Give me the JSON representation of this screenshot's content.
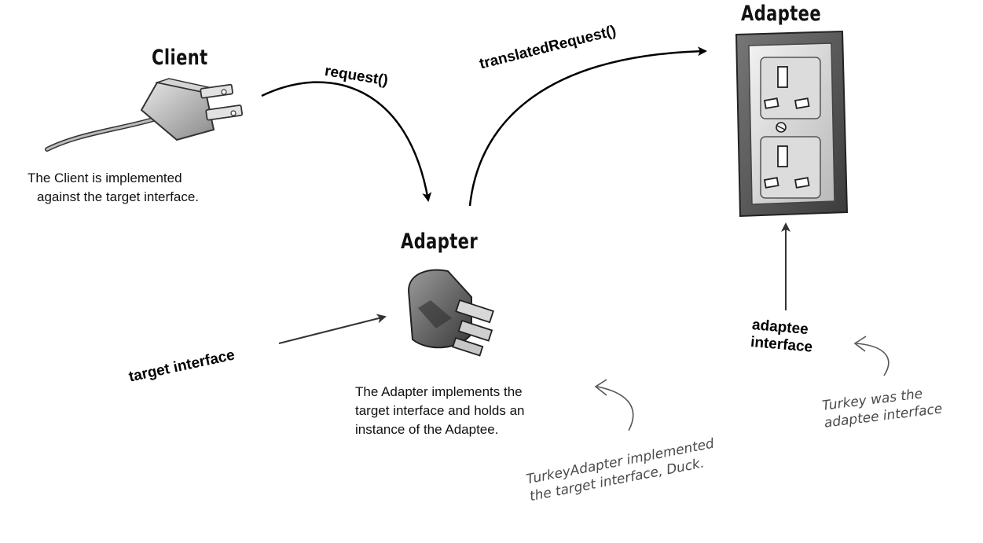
{
  "nodes": {
    "client": {
      "title": "Client",
      "description": [
        "The Client is implemented",
        "against the target interface."
      ]
    },
    "adapter": {
      "title": "Adapter",
      "description": [
        "The Adapter implements the",
        "target interface and holds an",
        "instance of the Adaptee."
      ]
    },
    "adaptee": {
      "title": "Adaptee"
    }
  },
  "arrows": {
    "request": "request()",
    "translated_request": "translatedRequest()",
    "target_interface": "target interface",
    "adaptee_interface": [
      "adaptee",
      "interface"
    ]
  },
  "notes": {
    "turkey_adapter": [
      "TurkeyAdapter implemented",
      "the target interface, Duck."
    ],
    "turkey_adaptee": [
      "Turkey was the",
      "adaptee interface"
    ]
  },
  "icons": {
    "client": "us-plug-icon",
    "adapter": "uk-adapter-plug-icon",
    "adaptee": "uk-wall-socket-icon"
  }
}
